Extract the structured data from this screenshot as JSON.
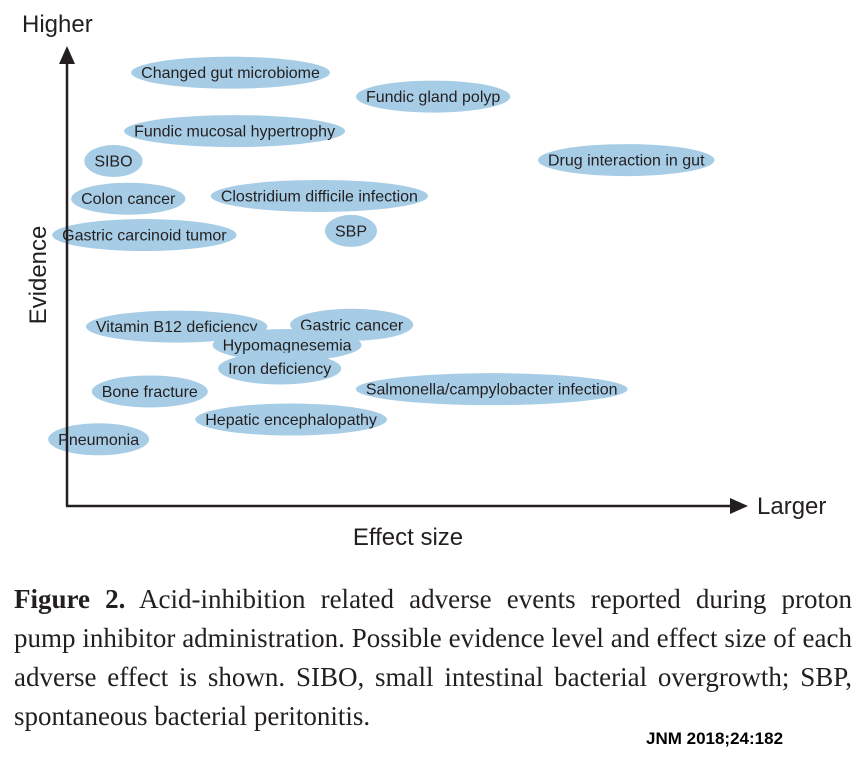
{
  "chart_data": {
    "type": "scatter",
    "title": "",
    "xlabel": "Effect size",
    "ylabel": "Evidence",
    "x_end_label": "Larger",
    "y_end_label": "Higher",
    "xlim": [
      0,
      100
    ],
    "ylim": [
      0,
      100
    ],
    "grid": false,
    "legend": "none",
    "bubble_color": "#a7cde6",
    "axis_color": "#231f20",
    "points": [
      {
        "label": "Changed gut microbiome",
        "x": 24.3,
        "y": 94.2
      },
      {
        "label": "Fundic gland polyp",
        "x": 54.4,
        "y": 89.0
      },
      {
        "label": "Fundic mucosal hypertrophy",
        "x": 24.9,
        "y": 81.5
      },
      {
        "label": "SIBO",
        "x": 6.9,
        "y": 75.0
      },
      {
        "label": "Drug interaction in gut",
        "x": 83.1,
        "y": 75.2
      },
      {
        "label": "Colon cancer",
        "x": 9.1,
        "y": 66.8
      },
      {
        "label": "Clostridium difficile infection",
        "x": 37.5,
        "y": 67.4
      },
      {
        "label": "SBP",
        "x": 42.2,
        "y": 59.8
      },
      {
        "label": "Gastric carcinoid tumor",
        "x": 11.5,
        "y": 58.9
      },
      {
        "label": "Vitamin B12 deficiency",
        "x": 16.3,
        "y": 39.0
      },
      {
        "label": "Gastric cancer",
        "x": 42.3,
        "y": 39.4
      },
      {
        "label": "Hypomagnesemia",
        "x": 32.7,
        "y": 35.0
      },
      {
        "label": "Iron deficiency",
        "x": 31.6,
        "y": 29.9
      },
      {
        "label": "Salmonella/campylobacter infection",
        "x": 63.1,
        "y": 25.4
      },
      {
        "label": "Bone fracture",
        "x": 12.3,
        "y": 24.9
      },
      {
        "label": "Hepatic encephalopathy",
        "x": 33.3,
        "y": 18.8
      },
      {
        "label": "Pneumonia",
        "x": 4.7,
        "y": 14.5
      }
    ]
  },
  "caption": {
    "label": "Figure 2.",
    "text": " Acid-inhibition related adverse events reported during proton pump inhibitor administration. Possible evidence level and effect size of each adverse effect is shown. SIBO, small intestinal bacterial overgrowth; SBP, spontaneous bacterial peritonitis."
  },
  "source": "JNM 2018;24:182"
}
